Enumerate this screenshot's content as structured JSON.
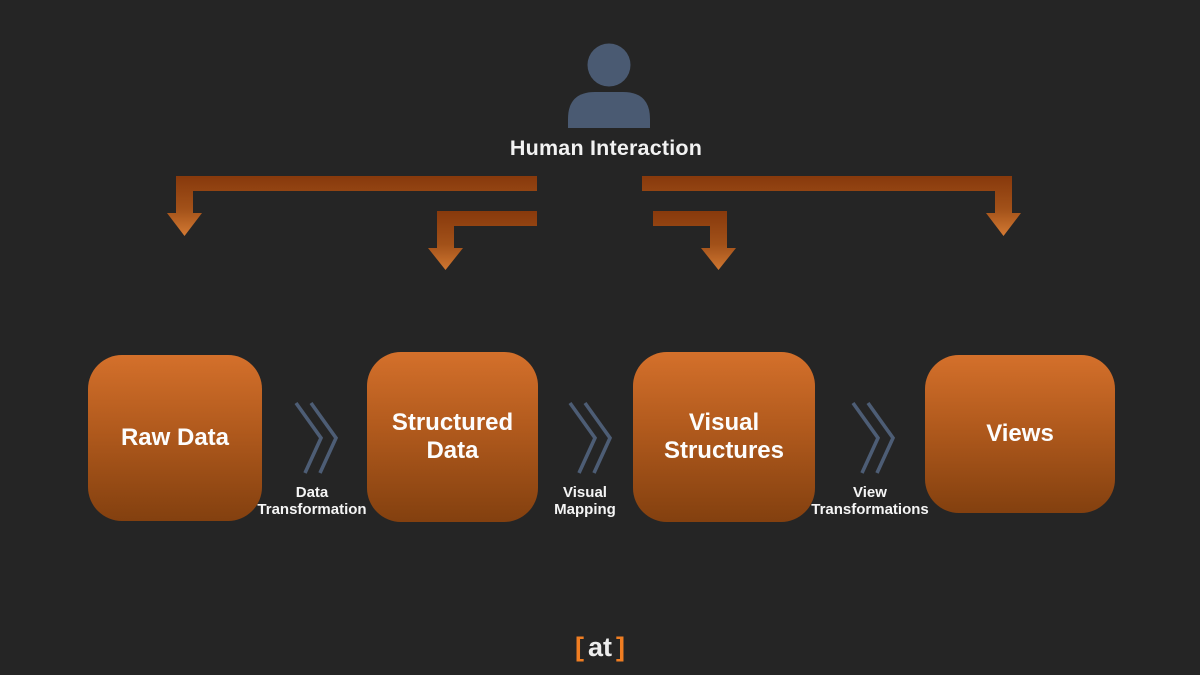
{
  "header": {
    "label": "Human Interaction"
  },
  "pipeline": {
    "stages": [
      {
        "label": "Raw Data"
      },
      {
        "label": "Structured\nData"
      },
      {
        "label": "Visual\nStructures"
      },
      {
        "label": "Views"
      }
    ],
    "transitions": [
      {
        "label": "Data\nTransformation"
      },
      {
        "label": "Visual\nMapping"
      },
      {
        "label": "View\nTransformations"
      }
    ]
  },
  "footer": {
    "logo": {
      "left_bracket": "[",
      "text": "at",
      "right_bracket": "]"
    }
  },
  "colors": {
    "background": "#252525",
    "box_gradient_top": "#d4702b",
    "box_gradient_bottom": "#83400f",
    "arrow_gradient_dark": "#87390c",
    "arrow_gradient_tip": "#d47a33",
    "person_icon": "#4a5a72",
    "chevron_icon": "#4d5d75",
    "logo_bracket": "#ef7d22",
    "text": "#f2f2f2"
  }
}
